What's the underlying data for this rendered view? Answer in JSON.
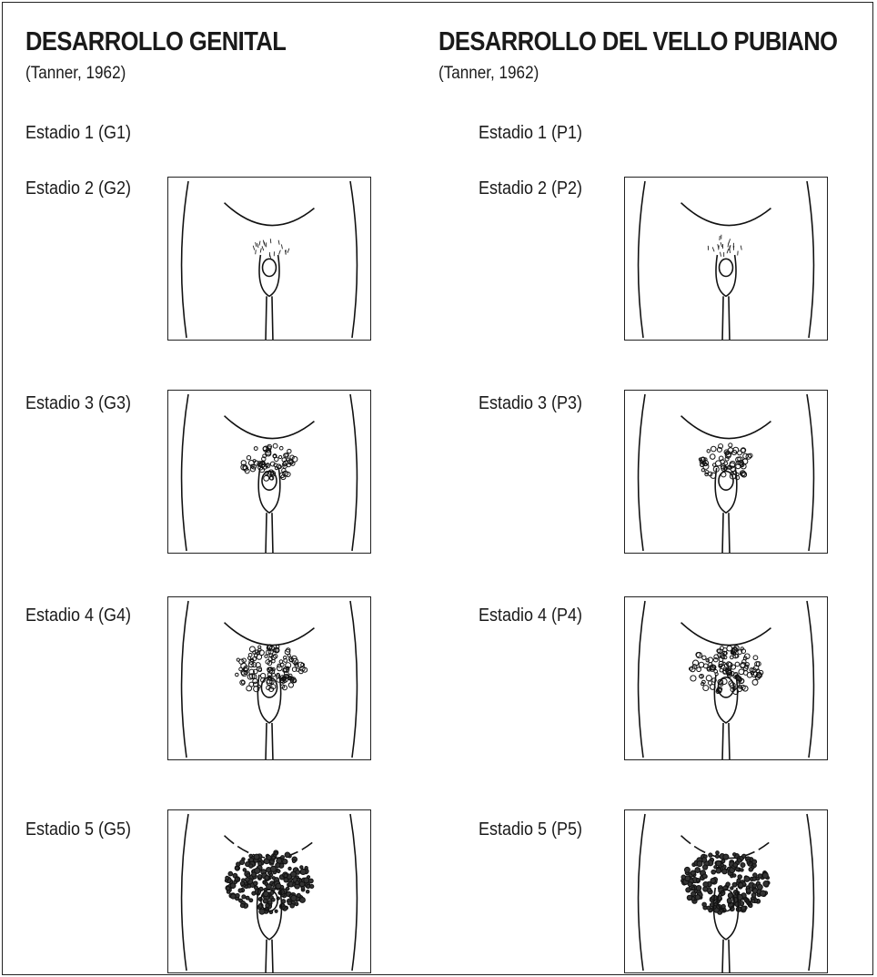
{
  "left": {
    "heading": "DESARROLLO GENITAL",
    "citation": "(Tanner, 1962)",
    "stages": [
      {
        "label": "Estadio 1 (G1)",
        "level": 0
      },
      {
        "label": "Estadio 2 (G2)",
        "level": 1
      },
      {
        "label": "Estadio 3 (G3)",
        "level": 2
      },
      {
        "label": "Estadio 4 (G4)",
        "level": 3
      },
      {
        "label": "Estadio 5 (G5)",
        "level": 4
      }
    ]
  },
  "right": {
    "heading": "DESARROLLO DEL VELLO PUBIANO",
    "citation": "(Tanner, 1962)",
    "stages": [
      {
        "label": "Estadio 1 (P1)",
        "level": 0
      },
      {
        "label": "Estadio 2 (P2)",
        "level": 1
      },
      {
        "label": "Estadio 3 (P3)",
        "level": 2
      },
      {
        "label": "Estadio 4 (P4)",
        "level": 3
      },
      {
        "label": "Estadio 5 (P5)",
        "level": 4
      }
    ]
  }
}
